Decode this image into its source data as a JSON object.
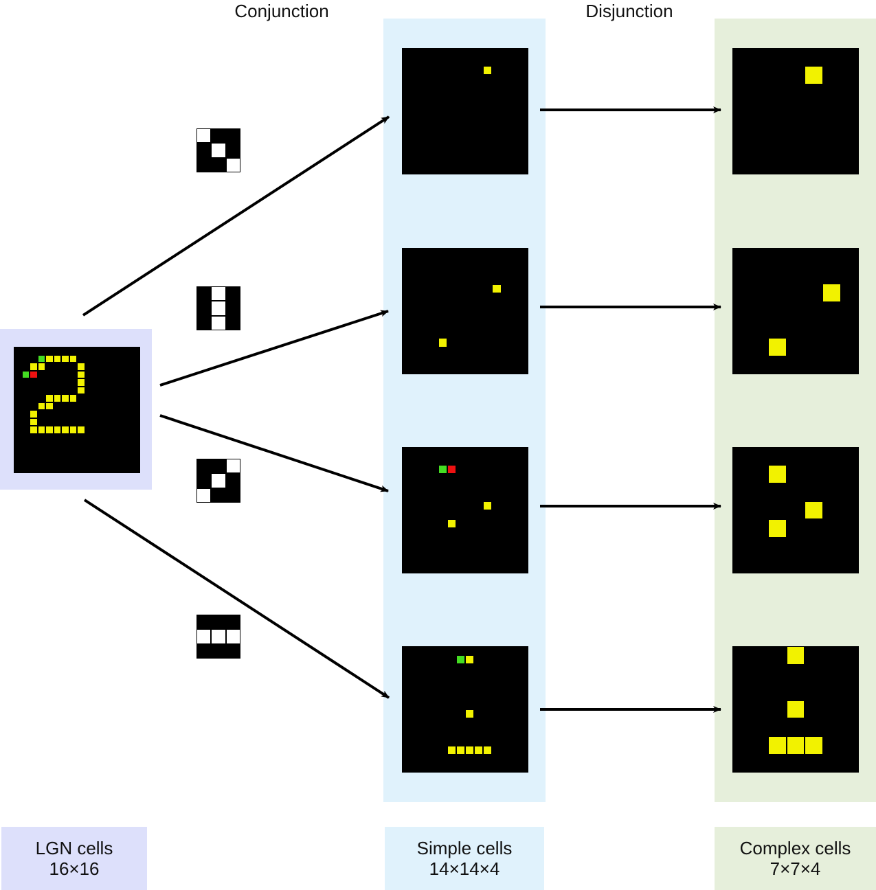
{
  "headers": {
    "conjunction": "Conjunction",
    "disjunction": "Disjunction"
  },
  "labels": {
    "lgn": {
      "name": "LGN cells",
      "dims": "16×16"
    },
    "simple": {
      "name": "Simple cells",
      "dims": "14×14×4"
    },
    "complex": {
      "name": "Complex cells",
      "dims": "7×7×4"
    }
  },
  "colors": {
    "lgn_band": "#dde0fb",
    "simple_band": "#e0f2fc",
    "complex_band": "#e6efdb",
    "active": "#f2f200",
    "highlight_green": "#44dd22",
    "highlight_red": "#ee1111",
    "panel": "#000000",
    "filter_on": "#ffffff"
  },
  "lgn_grid": {
    "size": 16,
    "cells": [
      [
        3,
        1
      ],
      [
        4,
        1
      ],
      [
        5,
        1
      ],
      [
        6,
        1
      ],
      [
        7,
        1
      ],
      [
        2,
        2
      ],
      [
        3,
        2
      ],
      [
        8,
        2
      ],
      [
        1,
        3
      ],
      [
        2,
        3
      ],
      [
        8,
        3
      ],
      [
        8,
        4
      ],
      [
        8,
        5
      ],
      [
        4,
        6
      ],
      [
        5,
        6
      ],
      [
        6,
        6
      ],
      [
        7,
        6
      ],
      [
        3,
        7
      ],
      [
        4,
        7
      ],
      [
        2,
        8
      ],
      [
        2,
        9
      ],
      [
        2,
        10
      ],
      [
        3,
        10
      ],
      [
        4,
        10
      ],
      [
        5,
        10
      ],
      [
        6,
        10
      ],
      [
        7,
        10
      ],
      [
        8,
        10
      ]
    ],
    "green": [
      [
        3,
        1
      ],
      [
        1,
        3
      ]
    ],
    "red": [
      [
        2,
        3
      ]
    ]
  },
  "filters": [
    {
      "name": "diagonal-down",
      "on": [
        [
          0,
          0
        ],
        [
          1,
          1
        ],
        [
          2,
          2
        ]
      ]
    },
    {
      "name": "vertical",
      "on": [
        [
          1,
          0
        ],
        [
          1,
          1
        ],
        [
          1,
          2
        ]
      ]
    },
    {
      "name": "diagonal-up",
      "on": [
        [
          2,
          0
        ],
        [
          1,
          1
        ],
        [
          0,
          2
        ]
      ]
    },
    {
      "name": "horizontal",
      "on": [
        [
          0,
          1
        ],
        [
          1,
          1
        ],
        [
          2,
          1
        ]
      ]
    }
  ],
  "simple_maps": [
    {
      "size": 14,
      "cells": [
        [
          9,
          2
        ]
      ],
      "green": [],
      "red": []
    },
    {
      "size": 14,
      "cells": [
        [
          10,
          4
        ],
        [
          4,
          10
        ]
      ],
      "green": [],
      "red": []
    },
    {
      "size": 14,
      "cells": [
        [
          4,
          2
        ],
        [
          5,
          2
        ],
        [
          9,
          6
        ],
        [
          5,
          8
        ]
      ],
      "green": [
        [
          4,
          2
        ]
      ],
      "red": [
        [
          5,
          2
        ]
      ]
    },
    {
      "size": 14,
      "cells": [
        [
          6,
          1
        ],
        [
          7,
          1
        ],
        [
          7,
          7
        ],
        [
          5,
          11
        ],
        [
          6,
          11
        ],
        [
          7,
          11
        ],
        [
          8,
          11
        ],
        [
          9,
          11
        ]
      ],
      "green": [
        [
          6,
          1
        ]
      ],
      "red": []
    }
  ],
  "complex_maps": [
    {
      "size": 7,
      "cells": [
        [
          4,
          1
        ]
      ]
    },
    {
      "size": 7,
      "cells": [
        [
          5,
          2
        ],
        [
          2,
          5
        ]
      ]
    },
    {
      "size": 7,
      "cells": [
        [
          2,
          1
        ],
        [
          4,
          3
        ],
        [
          2,
          4
        ]
      ]
    },
    {
      "size": 7,
      "cells": [
        [
          3,
          0
        ],
        [
          3,
          3
        ],
        [
          2,
          5
        ],
        [
          3,
          5
        ],
        [
          4,
          5
        ]
      ]
    }
  ]
}
